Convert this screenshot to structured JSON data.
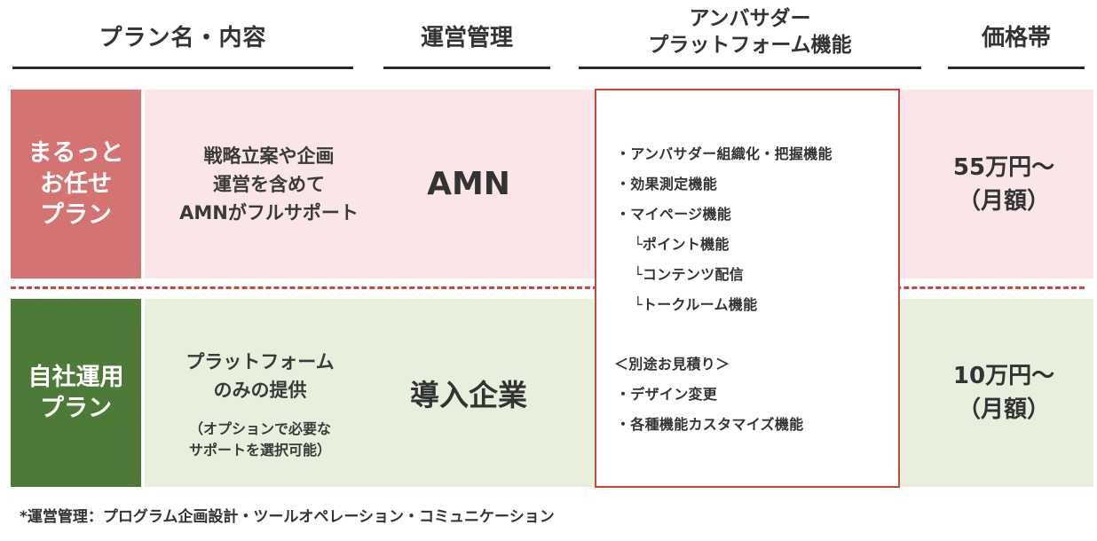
{
  "header": {
    "plan": "プラン名・内容",
    "ops": "運営管理",
    "platform_line1": "アンバサダー",
    "platform_line2": "プラットフォーム機能",
    "price": "価格帯"
  },
  "rows": [
    {
      "plan_lines": [
        "まるっと",
        "お任せ",
        "プラン"
      ],
      "desc_lines": [
        "戦略立案や企画",
        "運営を含めて",
        "AMNがフルサポート"
      ],
      "ops": "AMN",
      "price_lines": [
        "55万円～",
        "（月額）"
      ]
    },
    {
      "plan_lines": [
        "自社運用",
        "プラン"
      ],
      "desc_lines": [
        "プラットフォーム",
        "のみの提供"
      ],
      "desc_note_lines": [
        "（オプションで必要な",
        "サポートを選択可能）"
      ],
      "ops": "導入企業",
      "price_lines": [
        "10万円～",
        "（月額）"
      ]
    }
  ],
  "features": {
    "items": [
      "・アンバサダー組織化・把握機能",
      "・効果測定機能",
      "・マイページ機能",
      "└ポイント機能",
      "└コンテンツ配信",
      "└トークルーム機能"
    ],
    "option_title": "＜別途お見積り＞",
    "option_items": [
      "・デザイン変更",
      "・各種機能カスタマイズ機能"
    ]
  },
  "footnote": "*運営管理：プログラム企画設計・ツールオペレーション・コミュニケーション",
  "colors": {
    "pink_plan": "#d47472",
    "pink_bg": "#fae6e8",
    "green_plan": "#4e7a38",
    "green_bg": "#e7f0dd",
    "accent_red": "#c9463f"
  }
}
